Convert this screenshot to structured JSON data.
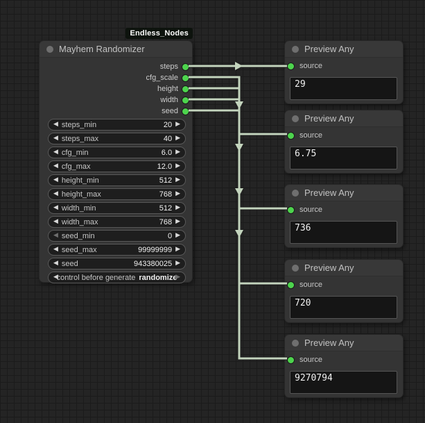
{
  "canvas": {
    "badge": "Endless_Nodes"
  },
  "colors": {
    "port_green": "#4dd44d",
    "wire": "#c3d4bd",
    "node_bg": "#343434",
    "background": "#242424"
  },
  "randomizer": {
    "title": "Mayhem Randomizer",
    "outputs": [
      "steps",
      "cfg_scale",
      "height",
      "width",
      "seed"
    ],
    "widgets": [
      {
        "label": "steps_min",
        "value": "20"
      },
      {
        "label": "steps_max",
        "value": "40"
      },
      {
        "label": "cfg_min",
        "value": "6.0"
      },
      {
        "label": "cfg_max",
        "value": "12.0"
      },
      {
        "label": "height_min",
        "value": "512"
      },
      {
        "label": "height_max",
        "value": "768"
      },
      {
        "label": "width_min",
        "value": "512"
      },
      {
        "label": "width_max",
        "value": "768"
      },
      {
        "label": "seed_min",
        "value": "0",
        "left_dim": true
      },
      {
        "label": "seed_max",
        "value": "99999999"
      },
      {
        "label": "seed",
        "value": "943380025"
      },
      {
        "label": "control before generate",
        "value": "randomize",
        "bold_value": true,
        "right_dim": true,
        "center": true
      }
    ]
  },
  "previews": [
    {
      "title": "Preview Any",
      "input": "source",
      "value": "29"
    },
    {
      "title": "Preview Any",
      "input": "source",
      "value": "6.75"
    },
    {
      "title": "Preview Any",
      "input": "source",
      "value": "736"
    },
    {
      "title": "Preview Any",
      "input": "source",
      "value": "720"
    },
    {
      "title": "Preview Any",
      "input": "source",
      "value": "9270794"
    }
  ]
}
